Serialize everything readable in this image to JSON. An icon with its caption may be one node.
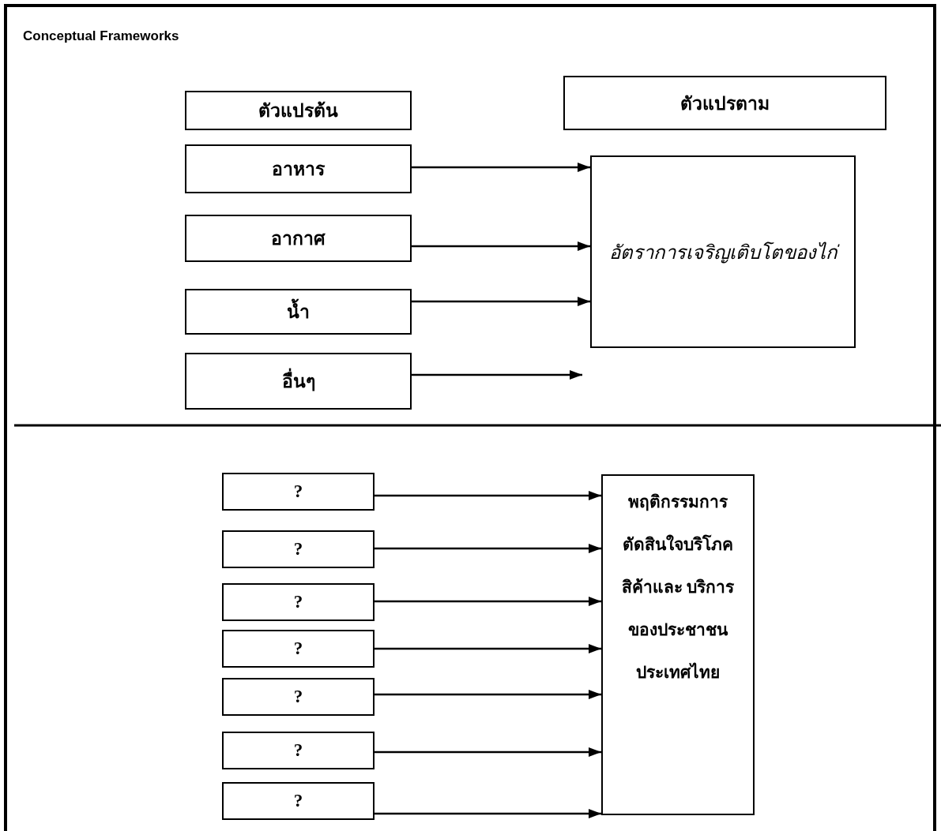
{
  "diagram": {
    "title": "Conceptual Frameworks",
    "nodes": [
      {
        "text": [
          "ตัวแปรต้น"
        ]
      },
      {
        "text": [
          "อาหาร"
        ]
      },
      {
        "text": [
          "อากาศ"
        ]
      },
      {
        "text": [
          "น้ำ"
        ]
      },
      {
        "text": [
          "อื่นๆ"
        ]
      },
      {
        "text": [
          "ตัวแปรตาม"
        ]
      },
      {
        "text": [
          "อัตราการเจริญเติบโตของไก่"
        ]
      },
      {
        "text": [
          "?"
        ]
      },
      {
        "text": [
          "?"
        ]
      },
      {
        "text": [
          "?"
        ]
      },
      {
        "text": [
          "?"
        ]
      },
      {
        "text": [
          "?"
        ]
      },
      {
        "text": [
          "?"
        ]
      },
      {
        "text": [
          "?"
        ]
      },
      {
        "text": [
          "พฤติกรรมการตัดสินใจบริโภคสิค้าและ บริการของประชาชนประเทศไทย"
        ]
      }
    ],
    "edges": [
      {
        "from": 1,
        "to": 6,
        "arrow": "to"
      },
      {
        "from": 2,
        "to": 6,
        "arrow": "to"
      },
      {
        "from": 3,
        "to": 6,
        "arrow": "to"
      },
      {
        "from": 4,
        "to": null,
        "arrow": "to"
      },
      {
        "from": 7,
        "to": 14,
        "arrow": "to"
      },
      {
        "from": 8,
        "to": 14,
        "arrow": "to"
      },
      {
        "from": 9,
        "to": 14,
        "arrow": "to"
      },
      {
        "from": 10,
        "to": 14,
        "arrow": "to"
      },
      {
        "from": 11,
        "to": 14,
        "arrow": "to"
      },
      {
        "from": 12,
        "to": 14,
        "arrow": "to"
      },
      {
        "from": 13,
        "to": 14,
        "arrow": "to"
      }
    ]
  }
}
